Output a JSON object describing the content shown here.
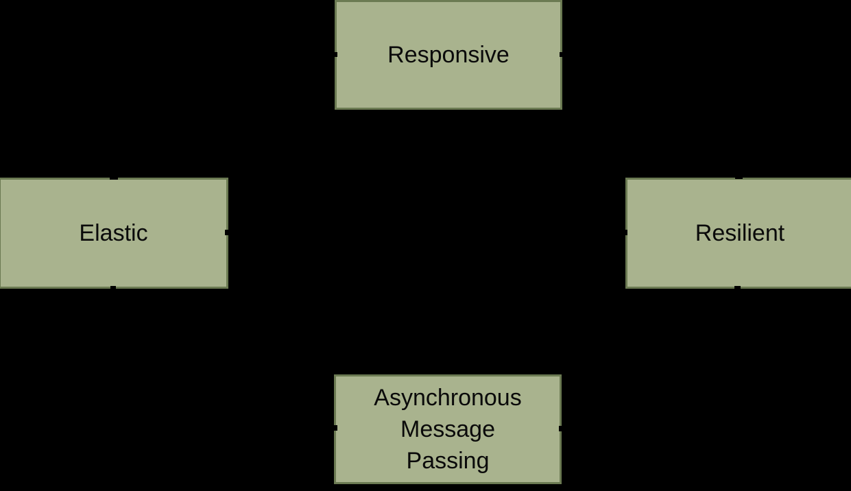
{
  "diagram": {
    "colors": {
      "background": "#000000",
      "node_fill": "#a9b38e",
      "node_border": "#6b7a52",
      "node_text": "#0a0a0a",
      "connector": "#000000"
    },
    "nodes": {
      "responsive": {
        "label": "Responsive"
      },
      "elastic": {
        "label": "Elastic"
      },
      "resilient": {
        "label": "Resilient"
      },
      "async_message_passing": {
        "label": "Asynchronous Message Passing"
      }
    },
    "connector_stubs": [
      "responsive-left",
      "responsive-right",
      "elastic-top",
      "elastic-right",
      "elastic-bottom",
      "resilient-top",
      "resilient-left",
      "resilient-bottom",
      "async-left",
      "async-right"
    ]
  }
}
